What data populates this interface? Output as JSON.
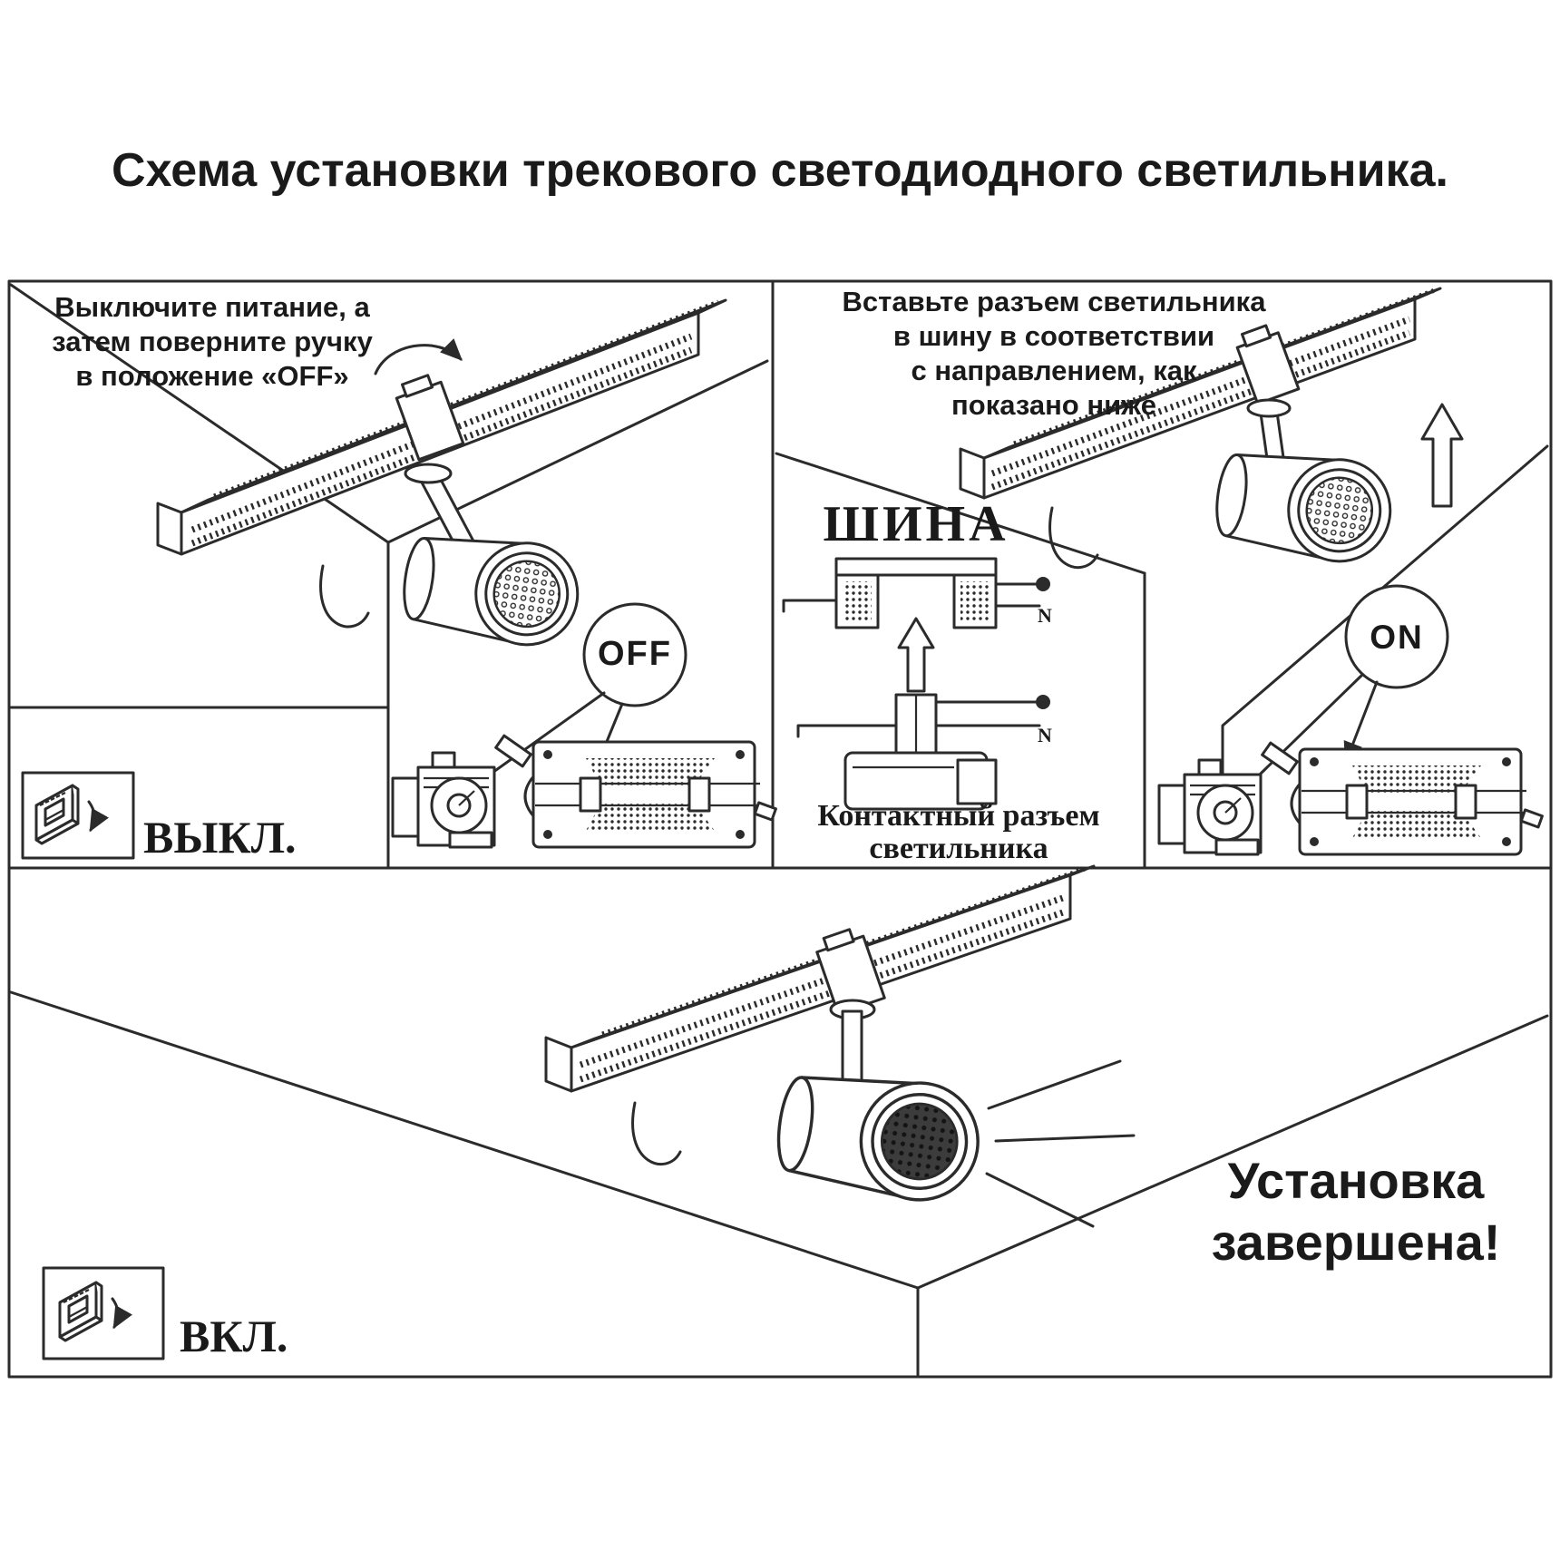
{
  "title": "Схема установки трекового светодиодного светильника.",
  "colors": {
    "line": "#2b2b2b",
    "background": "#ffffff",
    "text": "#1a1a1a"
  },
  "step1": {
    "instruction_lines": [
      "Выключите питание, а",
      "затем поверните ручку",
      "в положение «OFF»"
    ],
    "switch_circle_label": "OFF",
    "switch_state_label": "ВЫКЛ."
  },
  "step2": {
    "instruction_lines": [
      "Вставьте разъем светильника",
      "в шину в соответствии",
      "с направлением, как",
      "показано ниже"
    ],
    "track_section_label": "ШИНА",
    "connector_caption_lines": [
      "Контактный разъем",
      "светильника"
    ],
    "switch_circle_label": "ON"
  },
  "step3": {
    "completion_lines": [
      "Установка",
      "завершена!"
    ],
    "switch_state_label": "ВКЛ."
  },
  "wiring": {
    "neutral_terminal": "N"
  }
}
